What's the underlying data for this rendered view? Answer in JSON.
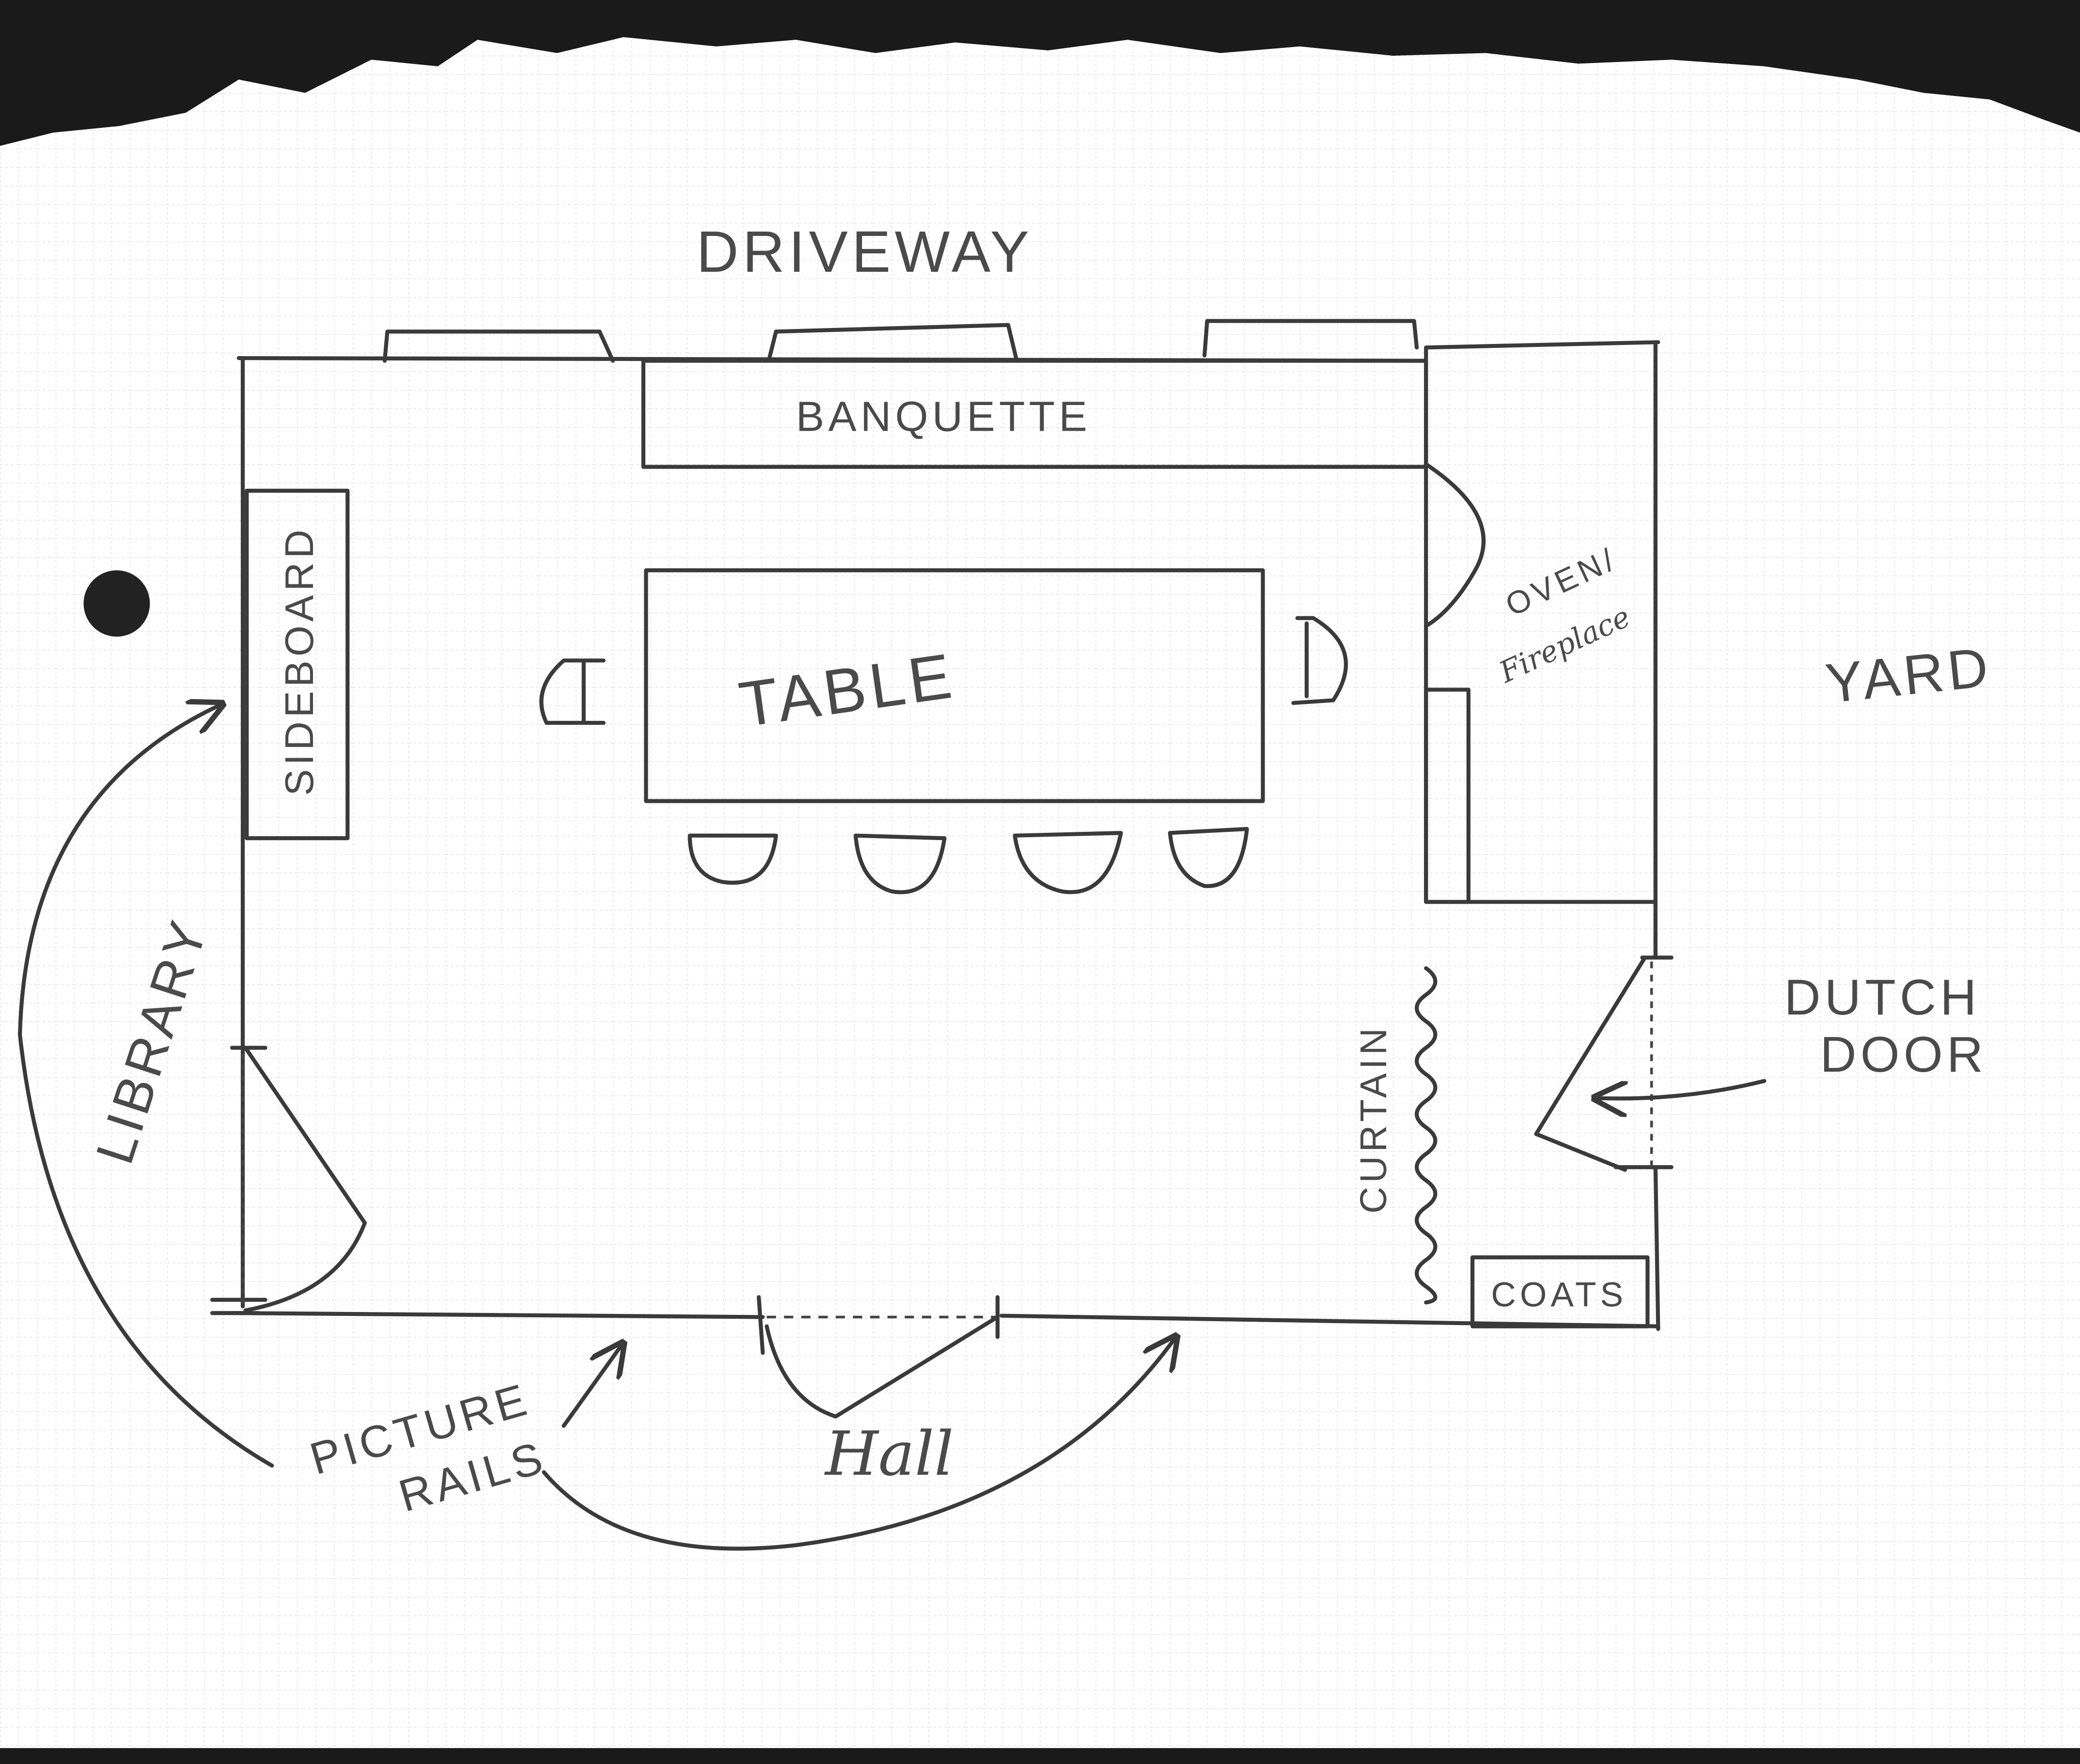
{
  "plan": {
    "labels": {
      "driveway": "DRIVEWAY",
      "banquette": "BANQUETTE",
      "sideboard": "SIDEBOARD",
      "table": "TABLE",
      "oven": "OVEN/",
      "fireplace": "Fireplace",
      "yard": "YARD",
      "dutch": "DUTCH",
      "door": "DOOR",
      "curtain": "CURTAIN",
      "coats": "COATS",
      "library": "LIBRARY",
      "picture": "PICTURE",
      "rails": "RAILS",
      "hall": "Hall"
    },
    "colors": {
      "ink": "#3a3a3a",
      "paper": "#ffffff",
      "background": "#1a1a1a",
      "grid": "#d8d8d8"
    }
  }
}
